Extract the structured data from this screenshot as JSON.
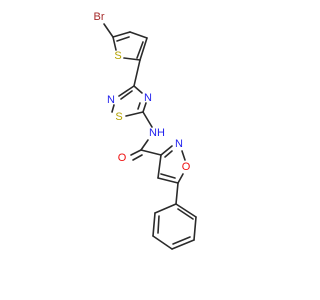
{
  "atoms": {
    "br": {
      "label": "Br",
      "color": "#a52a2a"
    },
    "s_thiophene": {
      "label": "S",
      "color": "#b5a300"
    },
    "n_thiadiazole_left": {
      "label": "N",
      "color": "#2222ee"
    },
    "n_thiadiazole_right": {
      "label": "N",
      "color": "#2222ee"
    },
    "s_thiadiazole": {
      "label": "S",
      "color": "#b5a300"
    },
    "nh": {
      "label": "NH",
      "color": "#2222ee"
    },
    "o_carbonyl": {
      "label": "O",
      "color": "#ee1111"
    },
    "n_isoxazole": {
      "label": "N",
      "color": "#2222ee"
    },
    "o_isoxazole": {
      "label": "O",
      "color": "#ee1111"
    }
  },
  "colors": {
    "bond": "#2b2b2b",
    "background": "#ffffff"
  }
}
